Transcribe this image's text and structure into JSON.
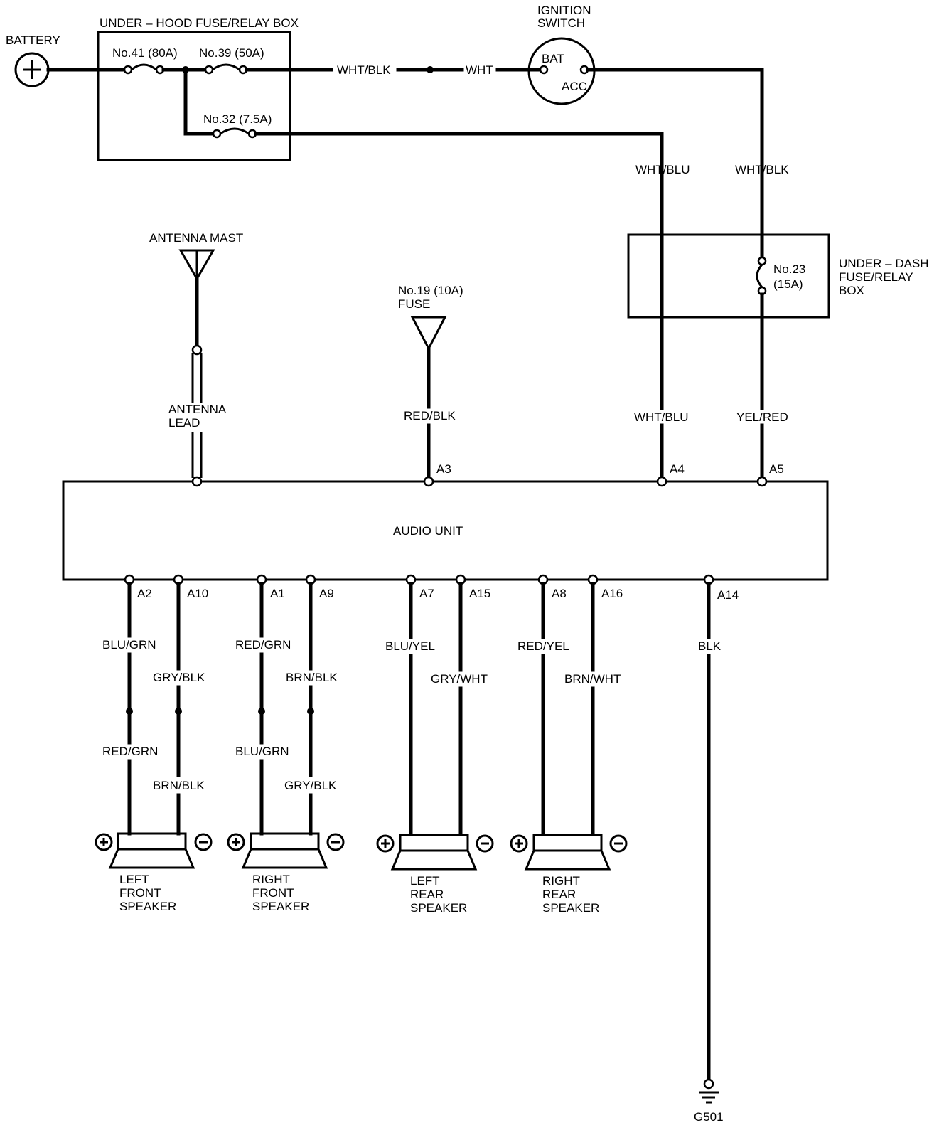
{
  "battery": {
    "label": "BATTERY",
    "symbol": "+"
  },
  "underhood_box": {
    "title": "UNDER – HOOD FUSE/RELAY BOX",
    "fuse41": "No.41 (80A)",
    "fuse39": "No.39 (50A)",
    "fuse32": "No.32 (7.5A)"
  },
  "ignition": {
    "title_line1": "IGNITION",
    "title_line2": "SWITCH",
    "bat": "BAT",
    "acc": "ACC"
  },
  "wires": {
    "wht_blk_top": "WHT/BLK",
    "wht_top": "WHT",
    "wht_blu_top": "WHT/BLU",
    "wht_blk_right": "WHT/BLK",
    "red_blk": "RED/BLK",
    "wht_blu_low": "WHT/BLU",
    "yel_red": "YEL/RED",
    "blu_grn_1": "BLU/GRN",
    "gry_blk_1": "GRY/BLK",
    "red_grn_1": "RED/GRN",
    "brn_blk_1": "BRN/BLK",
    "red_grn_2": "RED/GRN",
    "brn_blk_2": "BRN/BLK",
    "blu_grn_2": "BLU/GRN",
    "gry_blk_2": "GRY/BLK",
    "blu_yel": "BLU/YEL",
    "gry_wht": "GRY/WHT",
    "red_yel": "RED/YEL",
    "brn_wht": "BRN/WHT",
    "blk": "BLK"
  },
  "underdash_box": {
    "title_line1": "UNDER – DASH",
    "title_line2": "FUSE/RELAY",
    "title_line3": "BOX",
    "fuse23_line1": "No.23",
    "fuse23_line2": "(15A)"
  },
  "antenna": {
    "mast": "ANTENNA MAST",
    "lead_line1": "ANTENNA",
    "lead_line2": "LEAD"
  },
  "fuse19": {
    "line1": "No.19 (10A)",
    "line2": "FUSE"
  },
  "audio_unit": {
    "title": "AUDIO UNIT",
    "pins": {
      "a3": "A3",
      "a4": "A4",
      "a5": "A5",
      "a2": "A2",
      "a10": "A10",
      "a1": "A1",
      "a9": "A9",
      "a7": "A7",
      "a15": "A15",
      "a8": "A8",
      "a16": "A16",
      "a14": "A14"
    }
  },
  "speakers": {
    "plus": "+",
    "minus": "−",
    "left_front": {
      "l1": "LEFT",
      "l2": "FRONT",
      "l3": "SPEAKER"
    },
    "right_front": {
      "l1": "RIGHT",
      "l2": "FRONT",
      "l3": "SPEAKER"
    },
    "left_rear": {
      "l1": "LEFT",
      "l2": "REAR",
      "l3": "SPEAKER"
    },
    "right_rear": {
      "l1": "RIGHT",
      "l2": "REAR",
      "l3": "SPEAKER"
    }
  },
  "ground": {
    "label": "G501"
  }
}
